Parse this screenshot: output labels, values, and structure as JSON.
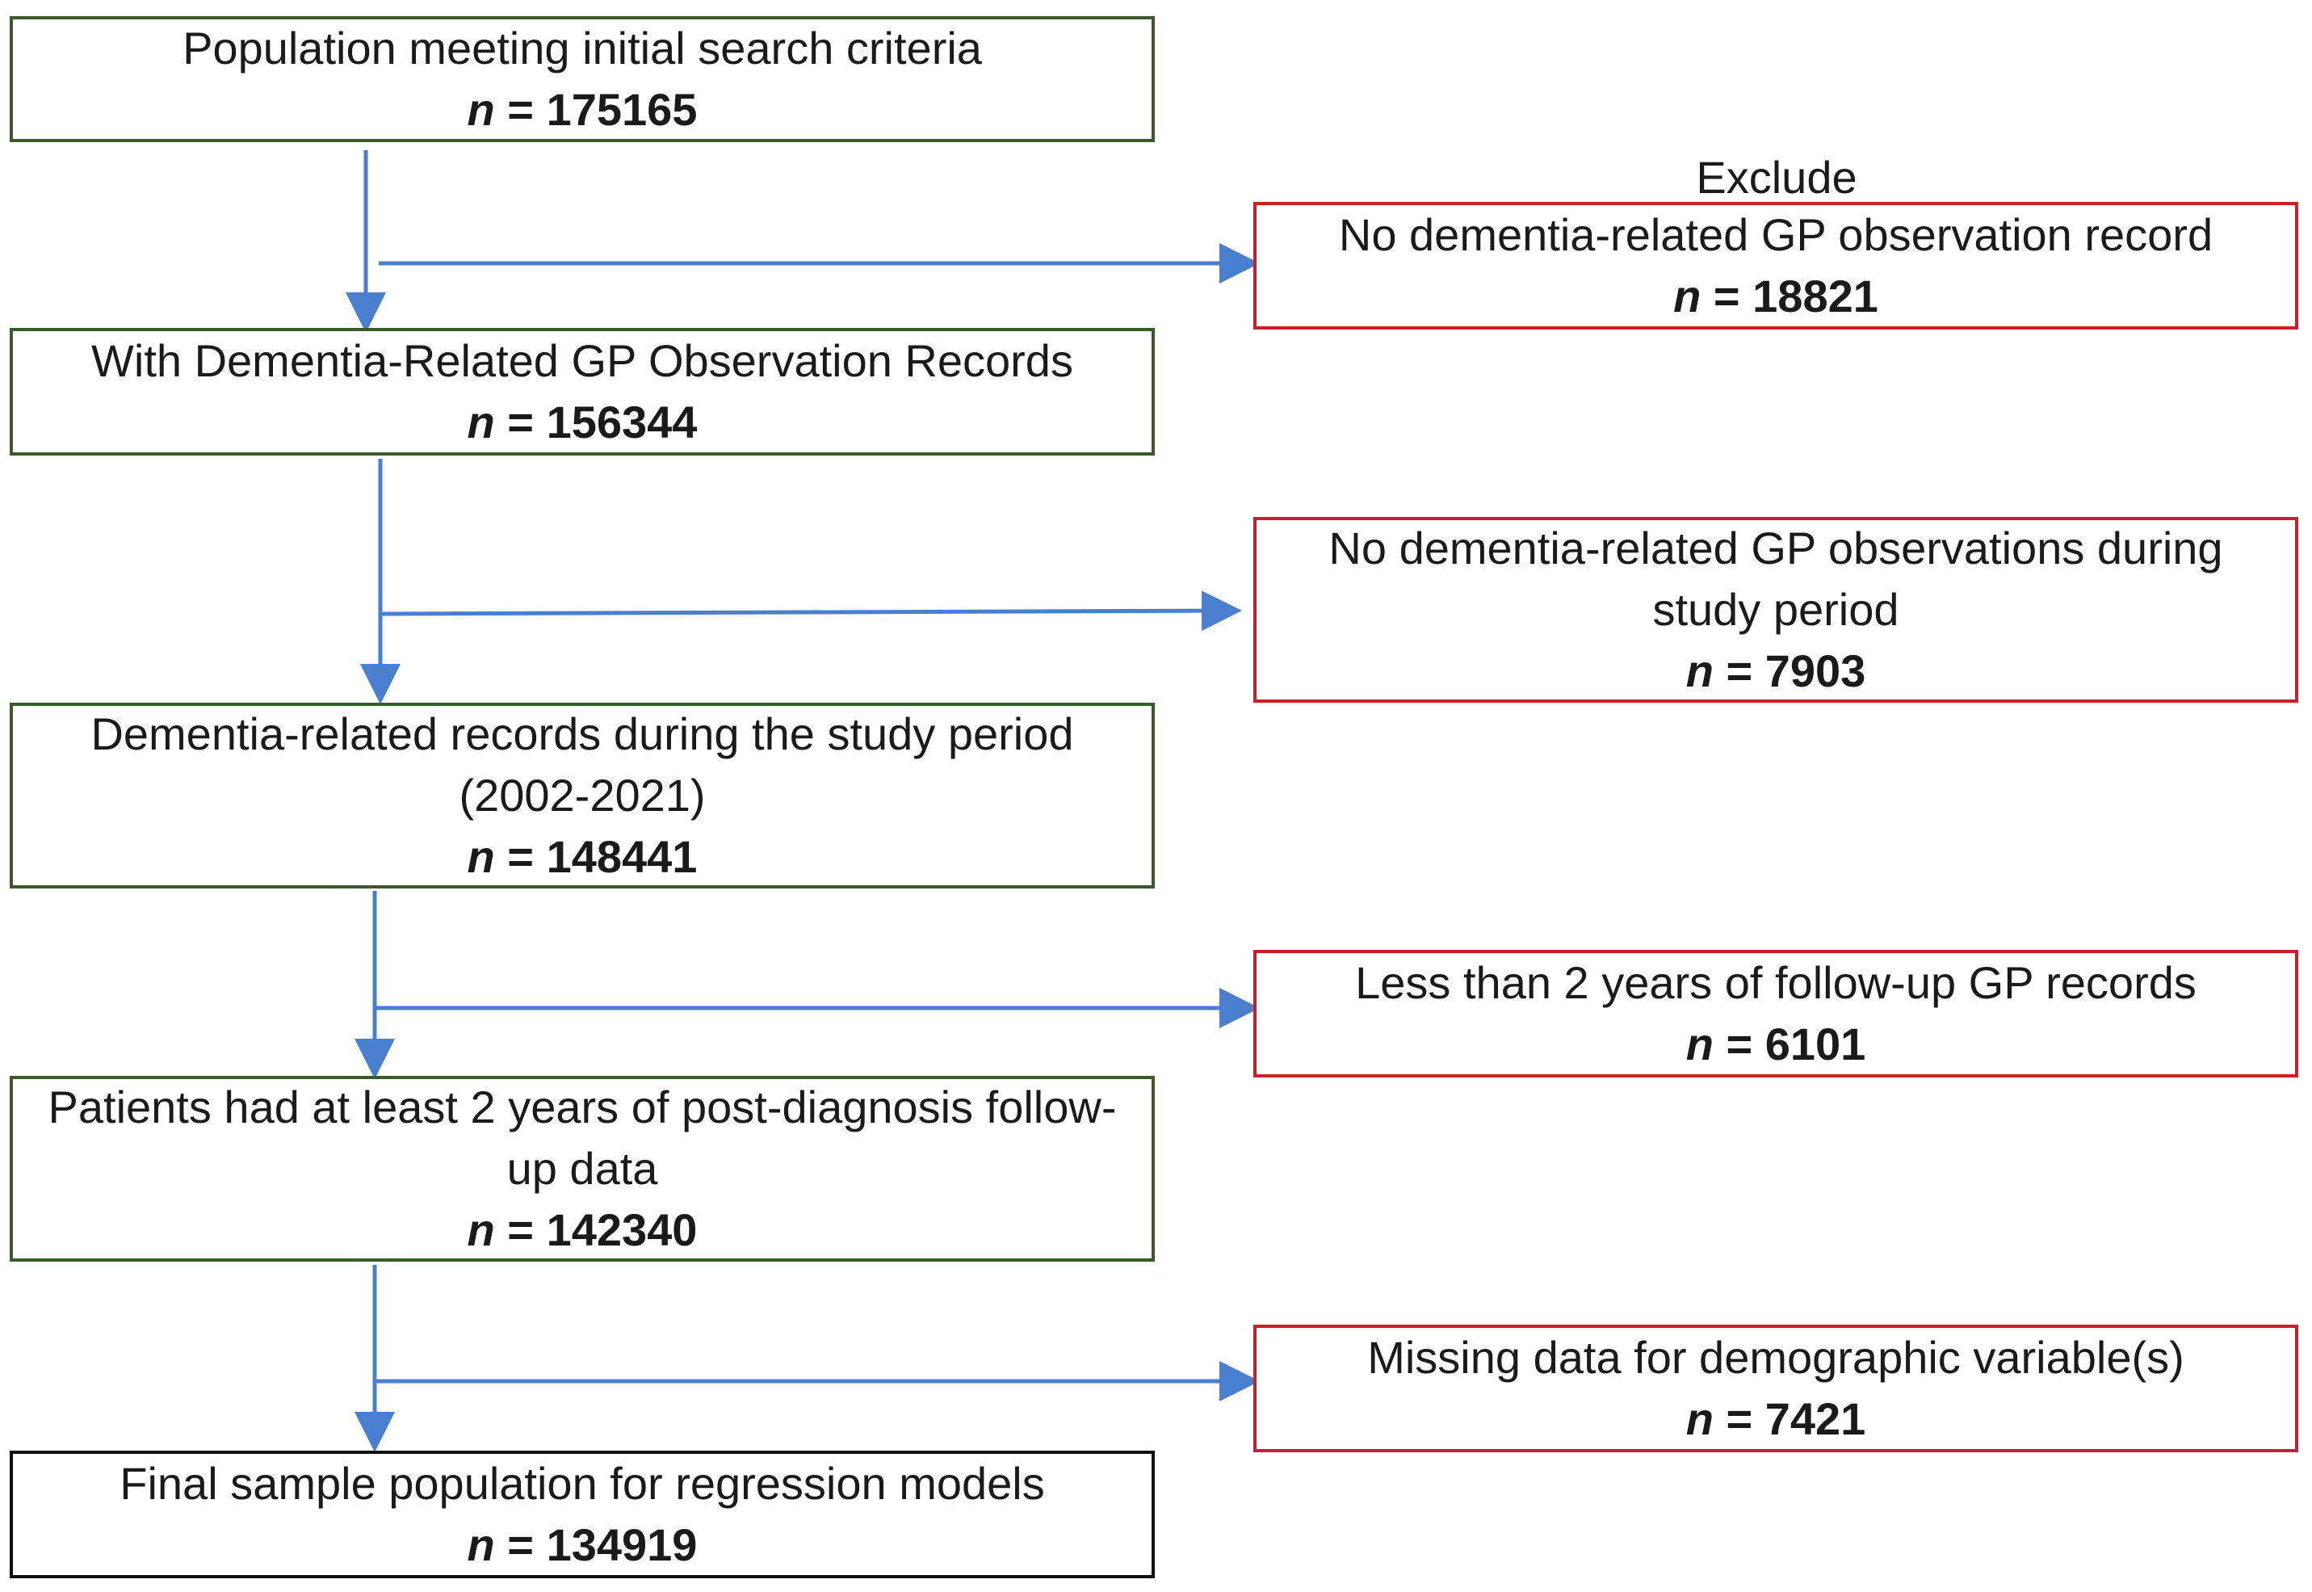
{
  "exclude_label": "Exclude",
  "n_label": "n",
  "main_boxes": [
    {
      "lines": [
        "Population meeting initial search criteria"
      ],
      "n": "175165"
    },
    {
      "lines": [
        "With Dementia-Related GP Observation Records"
      ],
      "n": "156344"
    },
    {
      "lines": [
        "Dementia-related records during the study period",
        "(2002-2021)"
      ],
      "n": "148441"
    },
    {
      "lines": [
        "Patients had at least 2 years of post-diagnosis follow-",
        "up data"
      ],
      "n": "142340"
    },
    {
      "lines": [
        "Final sample population for regression models"
      ],
      "n": "134919"
    }
  ],
  "exclusion_boxes": [
    {
      "lines": [
        "No dementia-related GP observation record"
      ],
      "n": "18821"
    },
    {
      "lines": [
        "No dementia-related GP observations during",
        "study period"
      ],
      "n": "7903"
    },
    {
      "lines": [
        "Less than 2 years of follow-up GP records"
      ],
      "n": "6101"
    },
    {
      "lines": [
        "Missing data for demographic variable(s)"
      ],
      "n": "7421"
    }
  ],
  "colors": {
    "main_border": "#3a5a2c",
    "exclusion_border": "#c8202a",
    "final_border": "#111111",
    "arrow": "#4a7fcf"
  }
}
